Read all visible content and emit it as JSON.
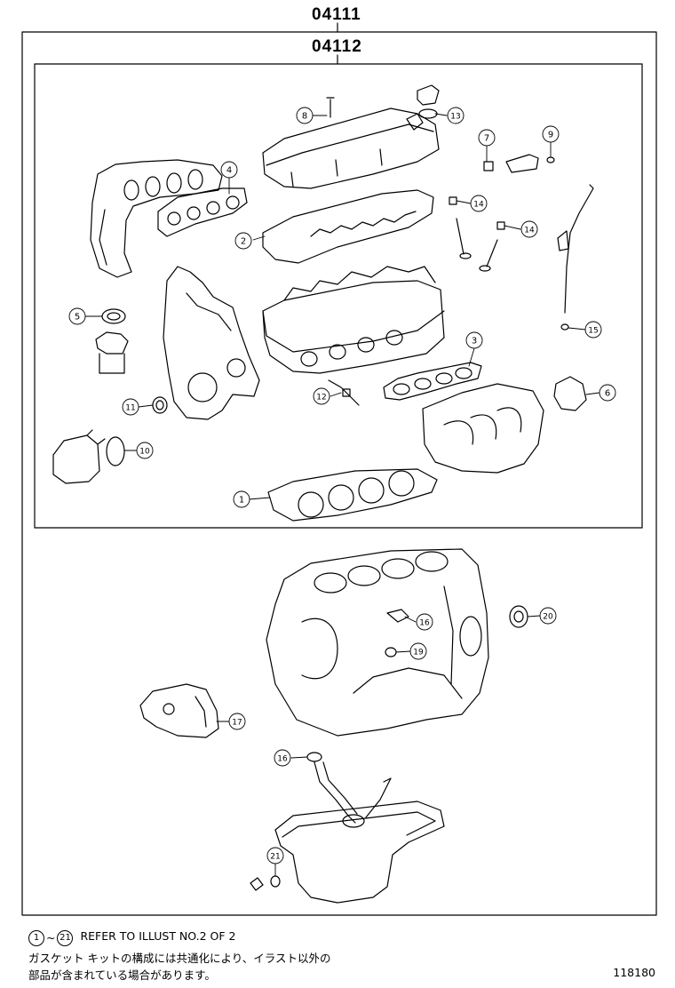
{
  "header": {
    "outer_kit_code": "04111",
    "inner_kit_code": "04112"
  },
  "callouts": [
    {
      "id": "c1",
      "num": "1"
    },
    {
      "id": "c2",
      "num": "2"
    },
    {
      "id": "c3",
      "num": "3"
    },
    {
      "id": "c4",
      "num": "4"
    },
    {
      "id": "c5",
      "num": "5"
    },
    {
      "id": "c6",
      "num": "6"
    },
    {
      "id": "c7",
      "num": "7"
    },
    {
      "id": "c8",
      "num": "8"
    },
    {
      "id": "c9",
      "num": "9"
    },
    {
      "id": "c10",
      "num": "10"
    },
    {
      "id": "c11",
      "num": "11"
    },
    {
      "id": "c12",
      "num": "12"
    },
    {
      "id": "c13",
      "num": "13"
    },
    {
      "id": "c14a",
      "num": "14"
    },
    {
      "id": "c14b",
      "num": "14"
    },
    {
      "id": "c15",
      "num": "15"
    },
    {
      "id": "c16a",
      "num": "16"
    },
    {
      "id": "c16b",
      "num": "16"
    },
    {
      "id": "c17",
      "num": "17"
    },
    {
      "id": "c19",
      "num": "19"
    },
    {
      "id": "c20",
      "num": "20"
    },
    {
      "id": "c21",
      "num": "21"
    }
  ],
  "notes": {
    "range_start": "1",
    "range_sep": "~",
    "range_end": "21",
    "refer_text": "REFER TO ILLUST NO.2 OF 2",
    "jp_line1": "ガスケット キットの構成には共通化により、イラスト以外の",
    "jp_line2": "部品が含まれている場合があります。"
  },
  "illustration_id": "118180"
}
